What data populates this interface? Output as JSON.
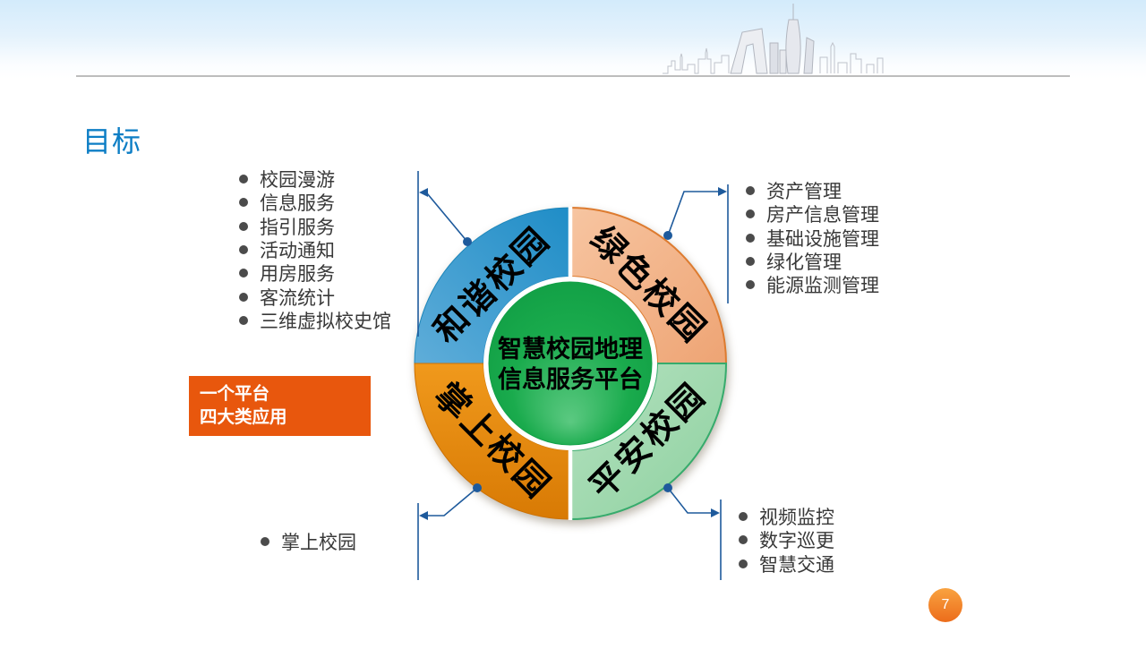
{
  "slide": {
    "title": "目标",
    "page_number": "7"
  },
  "header": {
    "skyline_icon": "city-skyline"
  },
  "diagram": {
    "center_line1": "智慧校园地理",
    "center_line2": "信息服务平台",
    "quadrant_tl": "和谐校园",
    "quadrant_tr": "绿色校园",
    "quadrant_br": "平安校园",
    "quadrant_bl": "掌上校园",
    "colors": {
      "quadrant_tl": "#2e95c8",
      "quadrant_tr": "#f3b78f",
      "quadrant_br": "#a3d9b0",
      "quadrant_bl": "#e8860e",
      "center_circle": "#17a84b",
      "connector": "#1e5a9c",
      "highlight_box": "#e8570d",
      "title_blue": "#0d7ec5"
    }
  },
  "callouts": {
    "tl_list": [
      "校园漫游",
      "信息服务",
      "指引服务",
      "活动通知",
      "用房服务",
      "客流统计",
      "三维虚拟校史馆"
    ],
    "tr_list": [
      "资产管理",
      "房产信息管理",
      "基础设施管理",
      "绿化管理",
      "能源监测管理"
    ],
    "br_list": [
      "视频监控",
      "数字巡更",
      "智慧交通"
    ],
    "bl_list": [
      "掌上校园"
    ]
  },
  "highlight_box": {
    "line1": "一个平台",
    "line2": "四大类应用"
  }
}
